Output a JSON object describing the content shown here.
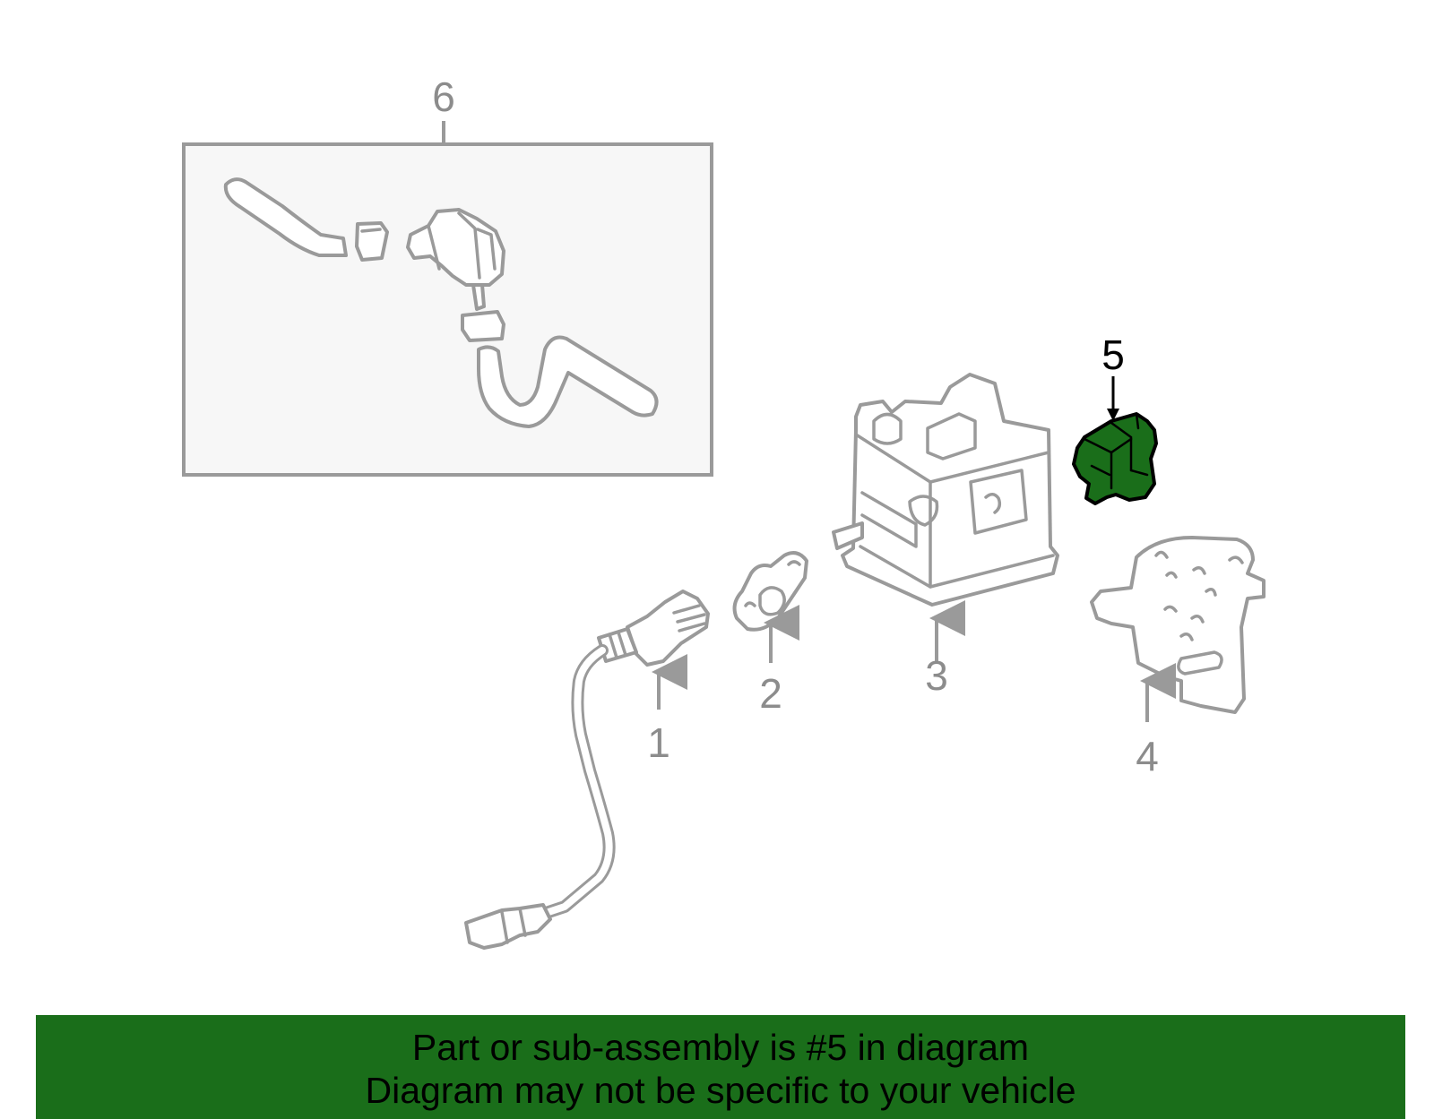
{
  "diagram": {
    "callouts": {
      "c1": "1",
      "c2": "2",
      "c3": "3",
      "c4": "4",
      "c5": "5",
      "c6": "6"
    },
    "highlighted_part": "5",
    "colors": {
      "highlight_fill": "#1a6e1a",
      "part_stroke": "#9a9a9a",
      "inset_fill": "#f7f7f7"
    }
  },
  "banner": {
    "line1": "Part or sub-assembly is #5 in diagram",
    "line2": "Diagram may not be specific to your vehicle",
    "background": "#1a6e1a"
  }
}
